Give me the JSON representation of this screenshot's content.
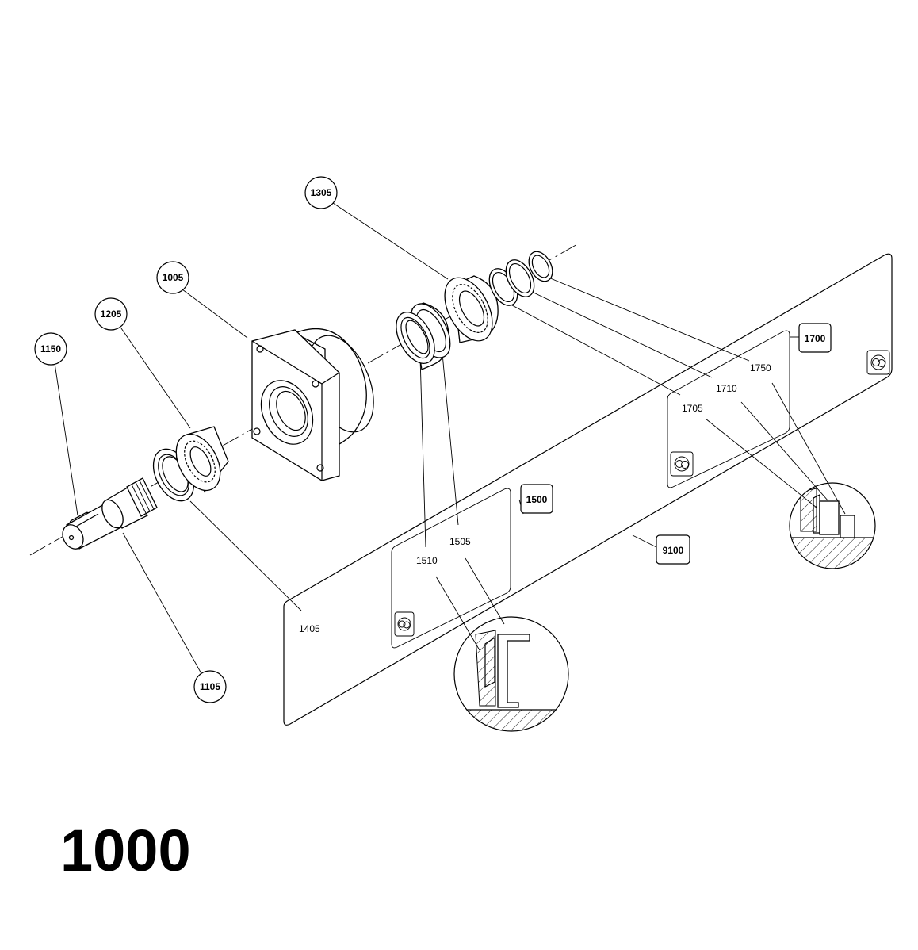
{
  "title": "1000",
  "balloons": {
    "b1150": "1150",
    "b1205": "1205",
    "b1005": "1005",
    "b1305": "1305",
    "b1105": "1105"
  },
  "boxed_labels": {
    "k1500": "1500",
    "k1700": "1700",
    "k9100": "9100"
  },
  "plain_labels": {
    "p1405": "1405",
    "p1505": "1505",
    "p1510": "1510",
    "p1705": "1705",
    "p1710": "1710",
    "p1750": "1750"
  }
}
